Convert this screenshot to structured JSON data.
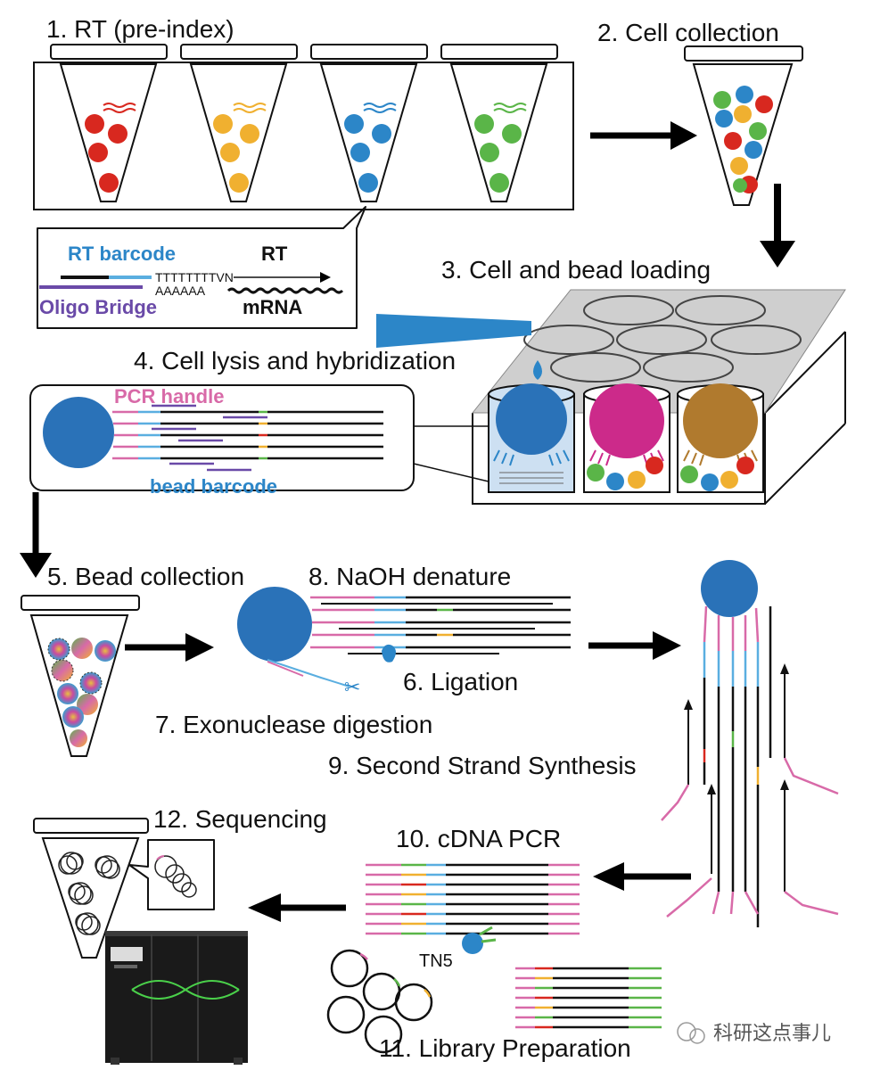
{
  "steps": {
    "s1": "1. RT (pre-index)",
    "s2": "2. Cell collection",
    "s3": "3. Cell  and bead loading",
    "s4": "4. Cell lysis and hybridization",
    "s5": "5. Bead collection",
    "s6": "6. Ligation",
    "s7": "7. Exonuclease digestion",
    "s8": "8. NaOH denature",
    "s9": "9. Second Strand Synthesis",
    "s10": "10. cDNA PCR",
    "s11": "11. Library Preparation",
    "s12": "12. Sequencing"
  },
  "rt_callout": {
    "rt_barcode": "RT barcode",
    "rt": "RT",
    "polyT": "TTTTTTTTVN",
    "polyA": "AAAAAA",
    "oligo_bridge": "Oligo Bridge",
    "mrna": "mRNA"
  },
  "bead_callout": {
    "pcr_handle": "PCR handle",
    "bead_barcode": "bead barcode"
  },
  "tn5": "TN5",
  "watermark": "科研这点事儿",
  "colors": {
    "red": "#d8281f",
    "yellow": "#f0b030",
    "blue": "#2c86c8",
    "green": "#5ab548",
    "bead_blue": "#2a72b8",
    "magenta": "#cc2a8a",
    "brown": "#b07a2e",
    "pink": "#d86aa8",
    "purple": "#6a4aa8",
    "lightblue": "#5aaee0"
  }
}
